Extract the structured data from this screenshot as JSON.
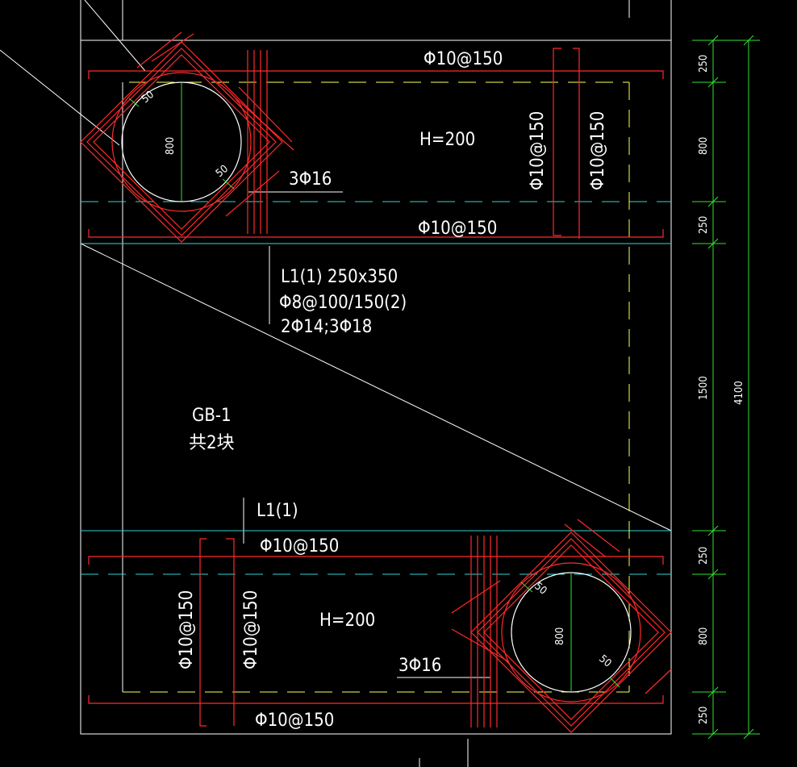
{
  "colors": {
    "background": "#000000",
    "outline": "#ffffff",
    "rebar": "#ff2a2a",
    "dimension": "#35e035",
    "axis_cyan": "#37d2d2",
    "axis_yellow": "#ffff5a"
  },
  "top_slab": {
    "rebar_top": "Φ10@150",
    "rebar_bottom": "Φ10@150",
    "rebar_side_1": "Φ10@150",
    "rebar_side_2": "Φ10@150",
    "thickness": "H=200",
    "bars": "3Φ16",
    "hole_diameter": "800",
    "offset_1": "50",
    "offset_2": "50"
  },
  "beam_label": {
    "line1": "L1(1) 250x350",
    "line2": "Φ8@100/150(2)",
    "line3": "2Φ14;3Φ18"
  },
  "plate": {
    "name": "GB-1",
    "count": "共2块"
  },
  "beam_label_2": "L1(1)",
  "bottom_slab": {
    "rebar_top": "Φ10@150",
    "rebar_bottom": "Φ10@150",
    "rebar_side_1": "Φ10@150",
    "rebar_side_2": "Φ10@150",
    "thickness": "H=200",
    "bars": "3Φ16",
    "hole_diameter": "800",
    "offset_1": "50",
    "offset_2": "50"
  },
  "dimensions": {
    "seg1": "250",
    "seg2": "800",
    "seg3": "250",
    "seg4": "1500",
    "seg5": "250",
    "seg6": "800",
    "seg7": "250",
    "total": "4100"
  }
}
